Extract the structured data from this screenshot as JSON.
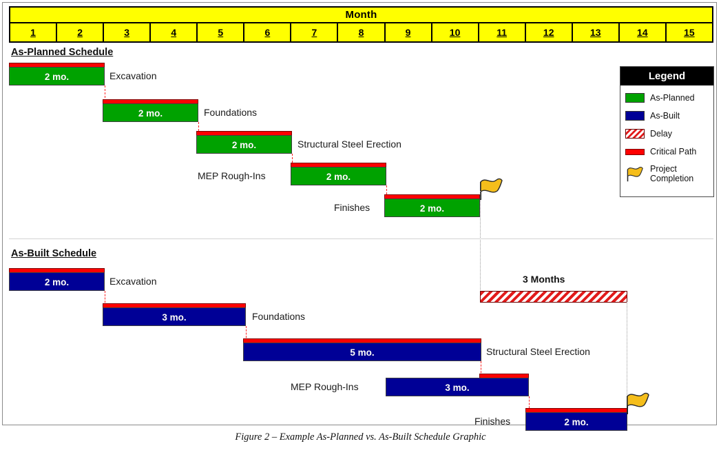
{
  "header": {
    "title": "Month",
    "months": [
      "1",
      "2",
      "3",
      "4",
      "5",
      "6",
      "7",
      "8",
      "9",
      "10",
      "11",
      "12",
      "13",
      "14",
      "15"
    ]
  },
  "sections": {
    "planned_title": "As-Planned Schedule",
    "built_title": "As-Built Schedule"
  },
  "legend": {
    "title": "Legend",
    "items": [
      {
        "label": "As-Planned",
        "swatch": "green-square-icon",
        "color": "#00A200"
      },
      {
        "label": "As-Built",
        "swatch": "blue-square-icon",
        "color": "#000096"
      },
      {
        "label": "Delay",
        "swatch": "red-hatched-square-icon",
        "color": "#E21B1B"
      },
      {
        "label": "Critical Path",
        "swatch": "red-bar-icon",
        "color": "#FF0000"
      },
      {
        "label": "Project Completion",
        "label_line1": "Project",
        "label_line2": "Completion",
        "swatch": "yellow-flag-icon",
        "color": "#F2B705"
      }
    ]
  },
  "delay": {
    "label": "3 Months"
  },
  "caption": "Figure 2 – Example As-Planned vs. As-Built Schedule Graphic",
  "chart_data": {
    "type": "bar",
    "title": "Example As-Planned vs. As-Built Schedule Graphic",
    "xlabel": "Month",
    "ylabel": "",
    "xlim": [
      1,
      16
    ],
    "grid": false,
    "legend_position": "top-right",
    "categories": [
      "Excavation",
      "Foundations",
      "Structural Steel Erection",
      "MEP Rough-Ins",
      "Finishes"
    ],
    "series": [
      {
        "name": "As-Planned",
        "color": "#00A200",
        "tasks": [
          {
            "task": "Excavation",
            "start_month": 1,
            "duration": 2,
            "duration_label": "2 mo.",
            "label_side": "right",
            "critical": true
          },
          {
            "task": "Foundations",
            "start_month": 3,
            "duration": 2,
            "duration_label": "2 mo.",
            "label_side": "right",
            "critical": true
          },
          {
            "task": "Structural Steel Erection",
            "start_month": 5,
            "duration": 2,
            "duration_label": "2 mo.",
            "label_side": "right",
            "critical": true
          },
          {
            "task": "MEP Rough-Ins",
            "start_month": 7,
            "duration": 2,
            "duration_label": "2 mo.",
            "label_side": "left",
            "critical": true
          },
          {
            "task": "Finishes",
            "start_month": 9,
            "duration": 2,
            "duration_label": "2 mo.",
            "label_side": "left",
            "critical": true
          }
        ],
        "completion_month": 11
      },
      {
        "name": "As-Built",
        "color": "#000096",
        "tasks": [
          {
            "task": "Excavation",
            "start_month": 1,
            "duration": 2,
            "duration_label": "2 mo.",
            "label_side": "right",
            "critical": true
          },
          {
            "task": "Foundations",
            "start_month": 3,
            "duration": 3,
            "duration_label": "3 mo.",
            "label_side": "right",
            "critical": true
          },
          {
            "task": "Structural Steel Erection",
            "start_month": 6,
            "duration": 5,
            "duration_label": "5 mo.",
            "label_side": "right",
            "critical": true
          },
          {
            "task": "MEP Rough-Ins",
            "start_month": 9,
            "duration": 3,
            "duration_label": "3 mo.",
            "label_side": "left",
            "critical": true
          },
          {
            "task": "Finishes",
            "start_month": 12,
            "duration": 2,
            "duration_label": "2 mo.",
            "label_side": "left",
            "critical": true
          }
        ],
        "completion_month": 14
      }
    ],
    "delay": {
      "label": "3 Months",
      "start_month": 11,
      "duration": 3,
      "color": "#E21B1B"
    },
    "task_labels": {
      "planned": [
        "Excavation",
        "Foundations",
        "Structural Steel Erection",
        "MEP Rough-Ins",
        "Finishes"
      ],
      "built": [
        "Excavation",
        "Foundations",
        "Structural Steel Erection",
        "MEP Rough-Ins",
        "Finishes"
      ]
    }
  }
}
